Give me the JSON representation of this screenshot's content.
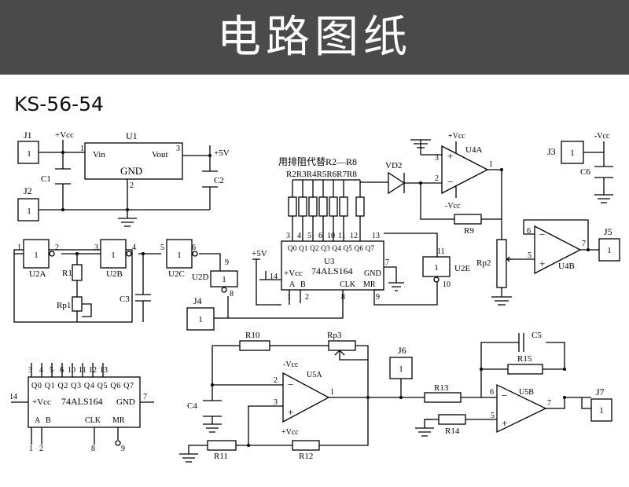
{
  "header": {
    "title": "电路图纸"
  },
  "model_code": "KS-56-54",
  "labels": {
    "j1": "J1",
    "j2": "J2",
    "j3": "J3",
    "j4": "J4",
    "j5": "J5",
    "j6": "J6",
    "j7": "J7",
    "pin_one": "1",
    "vcc_pos": "+Vcc",
    "vcc_neg": "-Vcc",
    "plus5v": "+5V",
    "v5": "+5V",
    "u1": "U1",
    "vin": "Vin",
    "vout": "Vout",
    "gnd": "GND",
    "c1": "C1",
    "c2": "C2",
    "c3": "C3",
    "c4": "C4",
    "c5": "C5",
    "c6": "C6",
    "r1": "R1",
    "r9": "R9",
    "r10": "R10",
    "r11": "R11",
    "r12": "R12",
    "r13": "R13",
    "r14": "R14",
    "r15": "R15",
    "rp1": "Rp1",
    "rp2": "Rp2",
    "rp3": "Rp3",
    "u2a": "U2A",
    "u2b": "U2B",
    "u2c": "U2C",
    "u2d": "U2D",
    "u2e": "U2E",
    "u3": "U3",
    "u4a": "U4A",
    "u4b": "U4B",
    "u5a": "U5A",
    "u5b": "U5B",
    "vd2": "VD2",
    "note": "用排阻代替R2—R8",
    "res_row": "R2R3R4R5R6R7R8",
    "chip": "74ALS164",
    "q_pins": "Q0 Q1 Q2 Q3 Q4 Q5 Q6 Q7",
    "a": "A",
    "b": "B",
    "clk": "CLK",
    "mr": "MR",
    "pin_nums": [
      "1",
      "2",
      "3",
      "4",
      "5",
      "6",
      "7",
      "8",
      "9",
      "10",
      "11",
      "12",
      "13",
      "14"
    ]
  },
  "colors": {
    "header_bg": "#4a4a4a",
    "header_text": "#ffffff",
    "ink": "#000000"
  }
}
